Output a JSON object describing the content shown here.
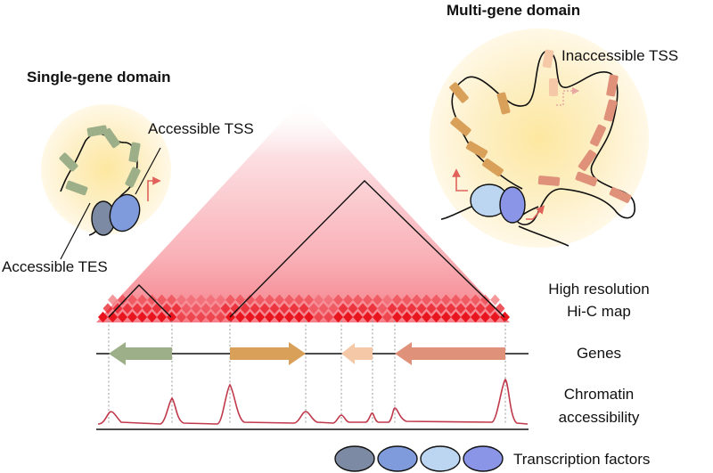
{
  "labels": {
    "single_gene_domain": "Single-gene domain",
    "multi_gene_domain": "Multi-gene domain",
    "accessible_tss": "Accessible TSS",
    "accessible_tes": "Accessible TES",
    "inaccessible_tss": "Inaccessible TSS",
    "hic_line1": "High resolution",
    "hic_line2": "Hi-C map",
    "genes": "Genes",
    "chromatin_line1": "Chromatin",
    "chromatin_line2": "accessibility",
    "transcription_factors": "Transcription factors"
  },
  "colors": {
    "gene_green": "#9caf88",
    "gene_orange": "#d9a05a",
    "gene_peach": "#f5c9a8",
    "gene_salmon": "#e0917a",
    "hic_red": "#e8141e",
    "hic_pale": "#fbe4e6",
    "accessibility_line": "#c0394b",
    "tss_arrow": "#e0625a",
    "tf_dark": "#7d8aa3",
    "tf_mid": "#7f9bdc",
    "tf_light": "#bcd5f1",
    "tf_violet": "#8b95e8",
    "domain_glow": "#fbe7b0"
  },
  "transcription_factor_icons": [
    "tf-dark-slate",
    "tf-medium-blue",
    "tf-light-blue",
    "tf-violet-blue"
  ]
}
